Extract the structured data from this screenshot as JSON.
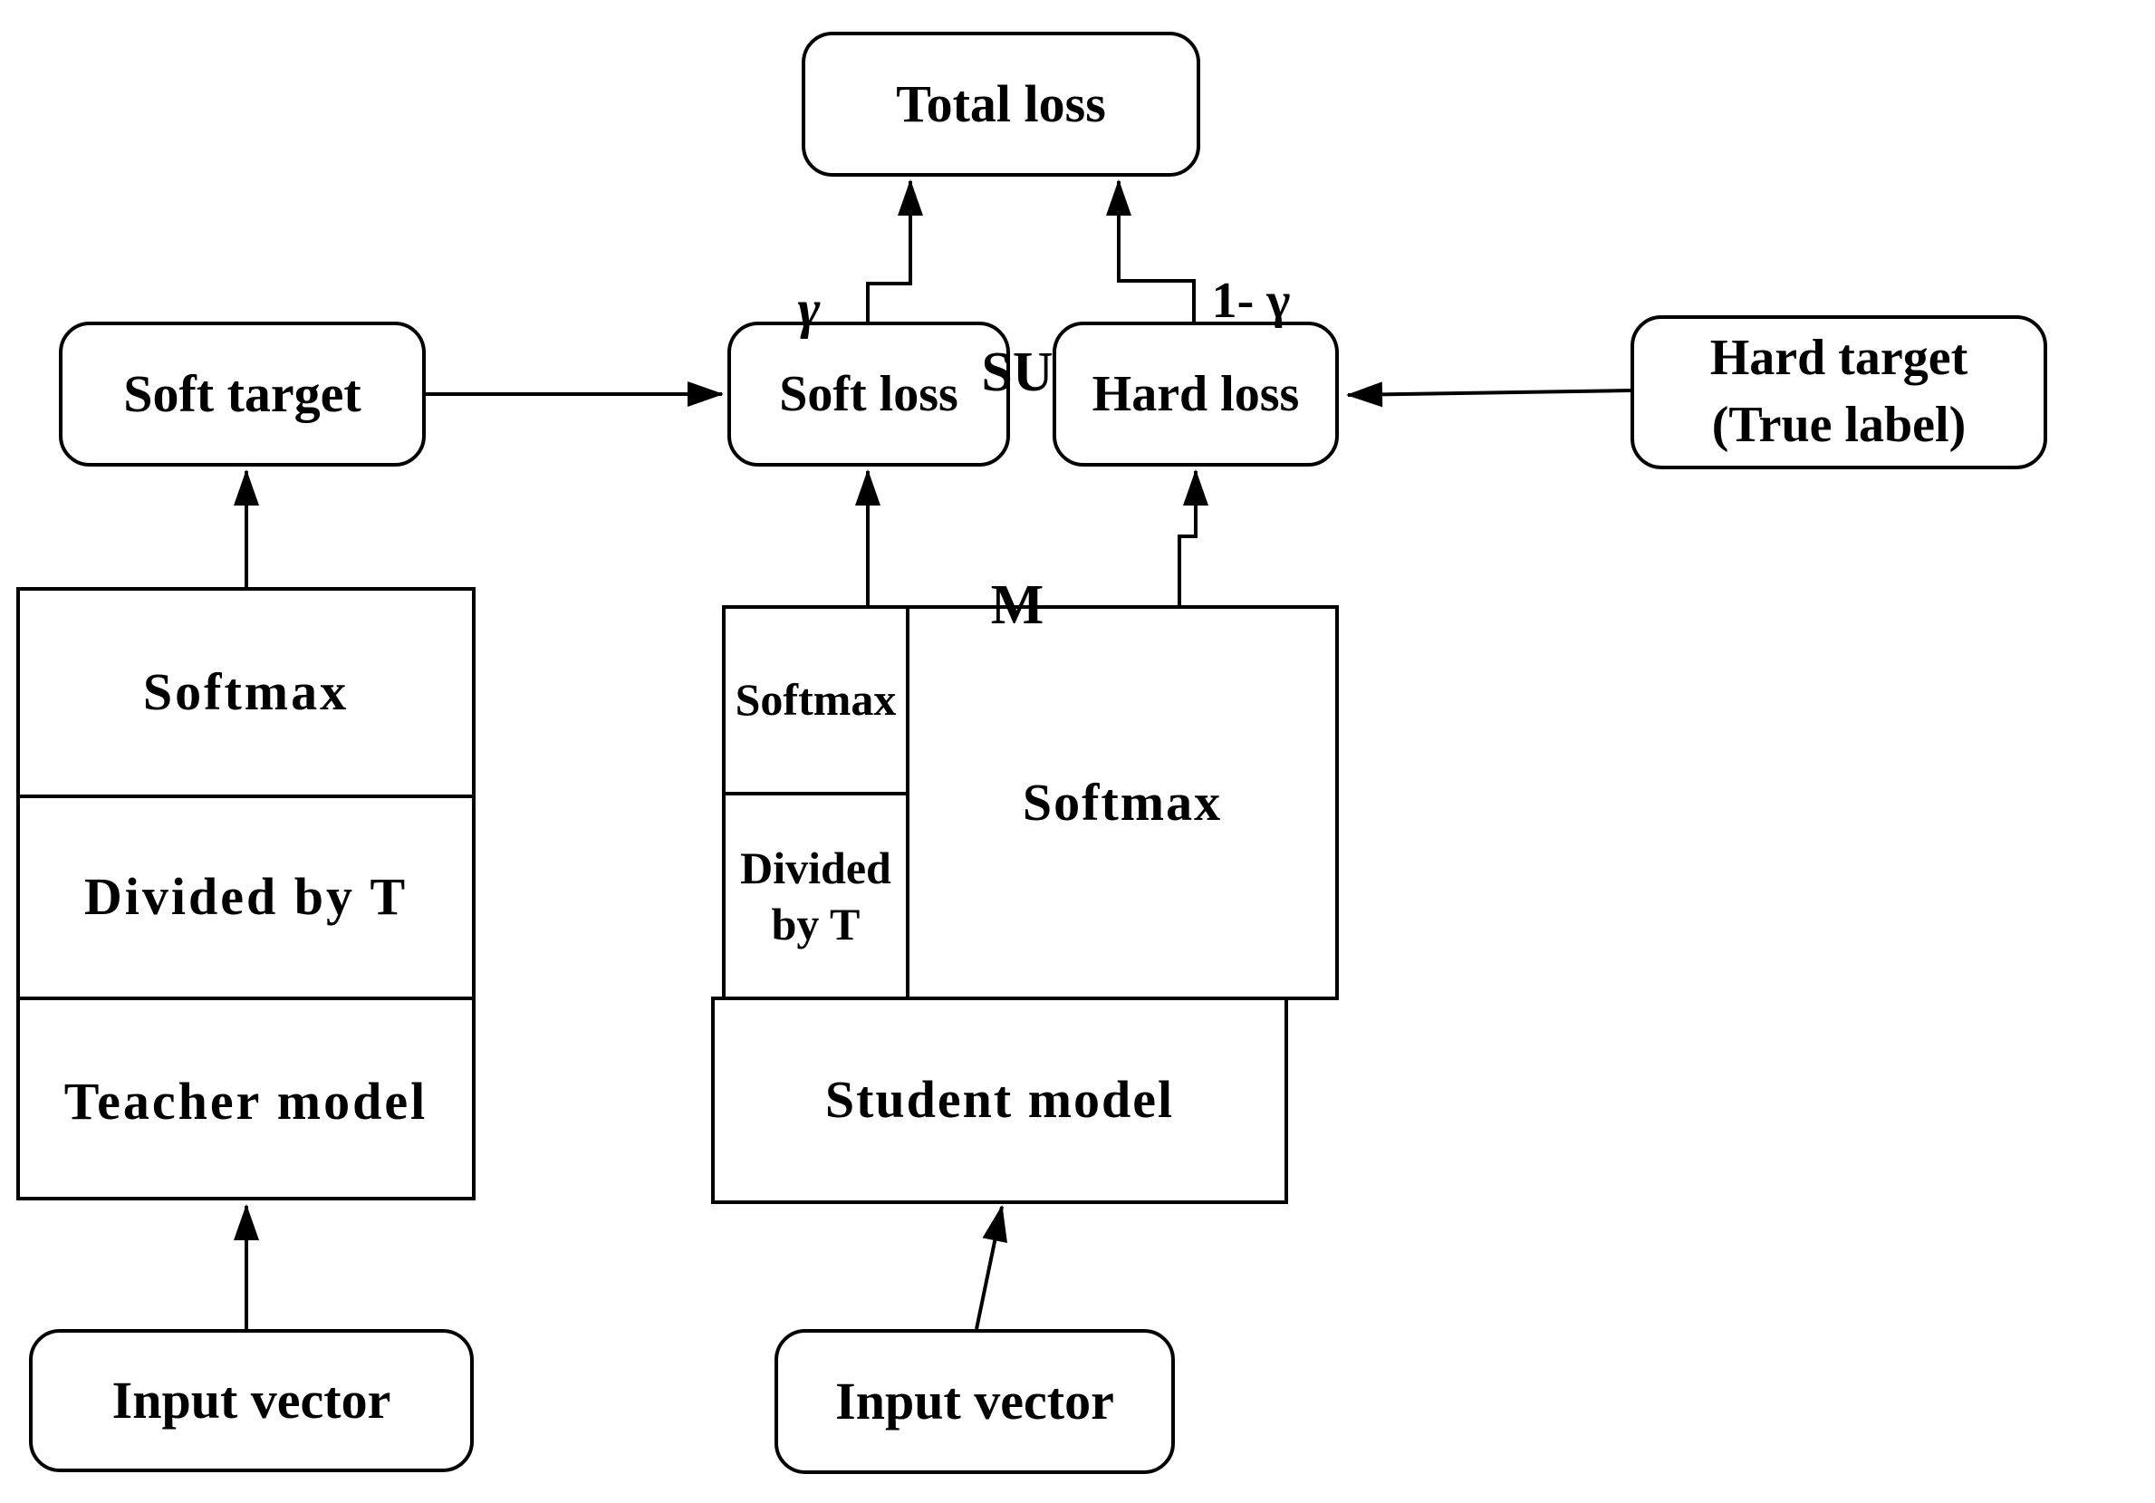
{
  "diagram": {
    "title_hint": "knowledge-distillation flow diagram",
    "boxes": {
      "total_loss": "Total loss",
      "soft_target": "Soft target",
      "soft_loss": "Soft loss",
      "hard_loss": "Hard loss",
      "hard_target_line1": "Hard target",
      "hard_target_line2": "(True label)",
      "teacher_softmax": "Softmax",
      "teacher_divided_by_t": "Divided by T",
      "teacher_model": "Teacher model",
      "student_softmax_temp": "Softmax",
      "student_divided_by_t": "Divided by T",
      "student_softmax": "Softmax",
      "student_model": "Student model",
      "input_vector_teacher": "Input vector",
      "input_vector_student": "Input vector"
    },
    "labels": {
      "gamma": "γ",
      "one_minus_gamma": "1- γ",
      "sum_line1": "SU",
      "sum_line2": "M"
    },
    "colors": {
      "line": "#000000",
      "background": "#ffffff",
      "text": "#000000"
    }
  }
}
